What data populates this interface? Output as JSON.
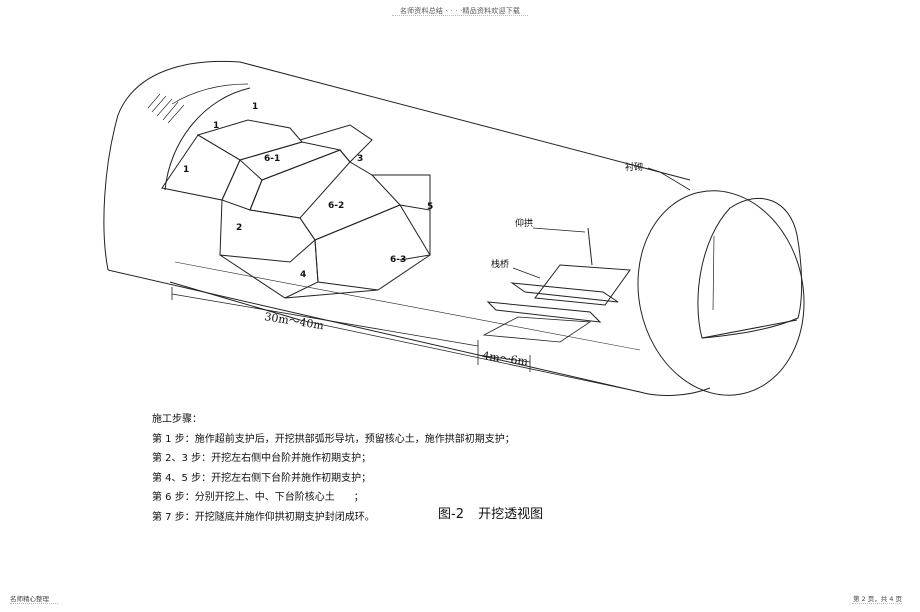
{
  "header": {
    "text": "名师资料总结 · · · ·精品资料欢迎下载"
  },
  "figure": {
    "blocks": {
      "b1_top": "1",
      "b1_left": "1",
      "b1_bottom": "1",
      "b2": "2",
      "b3": "3",
      "b4": "4",
      "b5": "5",
      "b61": "6-1",
      "b62": "6-2",
      "b63": "6-3"
    },
    "labels": {
      "lining": "衬砌",
      "invert": "仰拱",
      "trestle": "栈桥",
      "dim_long": "30m～40m",
      "dim_short": "4m～6m"
    }
  },
  "steps": {
    "title": "施工步骤：",
    "items": [
      "第 1 步：施作超前支护后，开挖拱部弧形导坑，预留核心土，施作拱部初期支护；",
      "第 2、3 步：开挖左右侧中台阶并施作初期支护；",
      "第 4、5 步：开挖左右侧下台阶并施作初期支护；",
      "第 6 步：分别开挖上、中、下台阶核心土      ；",
      "第 7 步：开挖隧底并施作仰拱初期支护封闭成环。"
    ]
  },
  "caption": {
    "number": "图-2",
    "title": "开挖透视图"
  },
  "footer": {
    "left": "名师精心整理",
    "right": "第 2 页，共 4 页"
  }
}
